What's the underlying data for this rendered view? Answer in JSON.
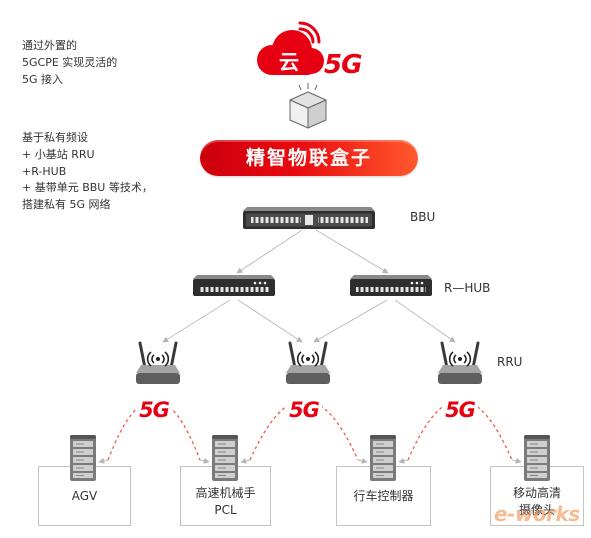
{
  "logo": {
    "cloud_glyph": "云",
    "label": "5G"
  },
  "notes": {
    "access": [
      "通过外置的",
      "5GCPE 实现灵活的",
      "5G 接入"
    ],
    "private_network": [
      "基于私有频设",
      "+ 小基站 RRU",
      "+R-HUB",
      "+ 基带单元 BBU 等技术，",
      "搭建私有 5G 网络"
    ]
  },
  "banner": {
    "title": "精智物联盒子"
  },
  "tiers": {
    "bbu": "BBU",
    "rhub": "R—HUB",
    "rru": "RRU"
  },
  "wireless_links": [
    {
      "label": "5G"
    },
    {
      "label": "5G"
    },
    {
      "label": "5G"
    }
  ],
  "endpoints": [
    {
      "lines": [
        "AGV"
      ]
    },
    {
      "lines": [
        "高速机械手",
        "PCL"
      ]
    },
    {
      "lines": [
        "行车控制器"
      ]
    },
    {
      "lines": [
        "移动高清",
        "摄像头"
      ]
    }
  ],
  "watermark": "e-works",
  "icons": {
    "cloud": "cloud-icon",
    "signal": "wifi-signal-icon",
    "package": "package-box-icon",
    "bbu": "bbu-rack-icon",
    "rhub": "rhub-switch-icon",
    "rru": "rru-router-icon",
    "endpoint": "server-icon"
  },
  "colors": {
    "brand_red": "#e60012",
    "banner_start": "#cc000b",
    "banner_end": "#ff5a2c",
    "link_line": "#bdbdbd",
    "wireless_arc": "#ee5a4f",
    "device": "#2e2e2e",
    "text": "#333333"
  }
}
